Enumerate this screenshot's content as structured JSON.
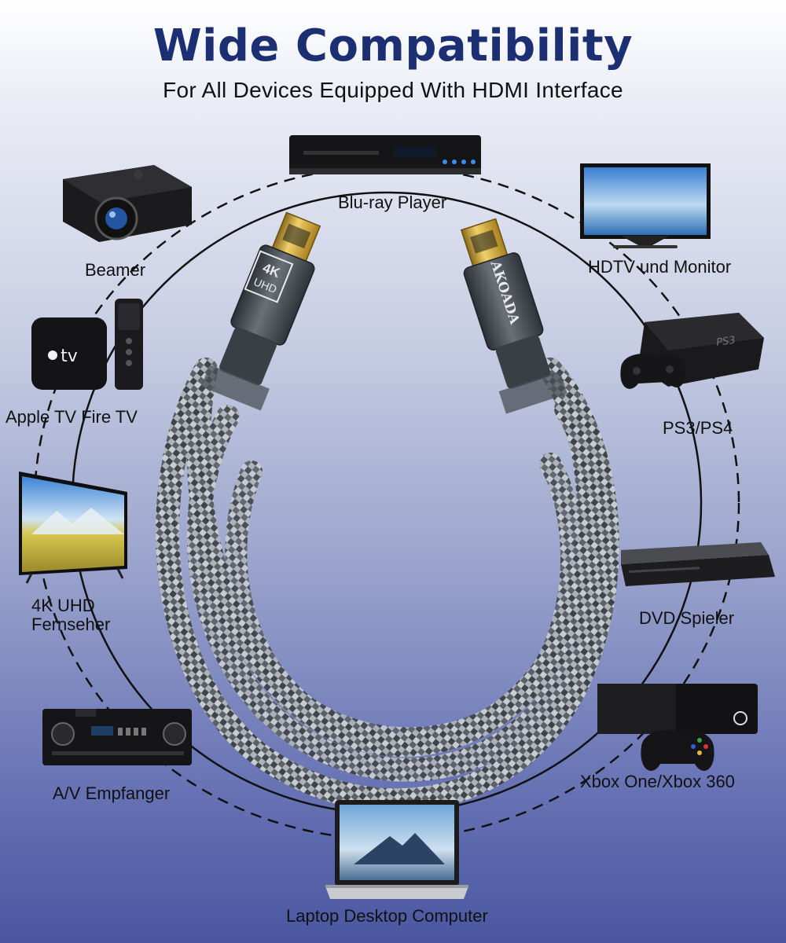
{
  "header": {
    "title": "Wide Compatibility",
    "subtitle": "For All Devices Equipped With HDMI Interface"
  },
  "cable": {
    "badge_line1": "4K",
    "badge_line2": "UHD",
    "brand": "AKOADA"
  },
  "devices": {
    "bluray": "Blu-ray Player",
    "hdtv": "HDTV und Monitor",
    "ps": "PS3/PS4",
    "dvd": "DVD Spieler",
    "xbox": "Xbox One/Xbox 360",
    "laptop": "Laptop Desktop Computer",
    "receiver": "A/V Empfanger",
    "tv_line1": "4K UHD",
    "tv_line2": "Fernseher",
    "appletv": "Apple TV Fire TV",
    "beamer": "Beamer"
  },
  "icons": {
    "appletv_logo": "tv",
    "ps_logo": "PS3"
  },
  "colors": {
    "title": "#1c2f72",
    "connector_gold": "#d9b54a",
    "connector_gray": "#4a5057",
    "braid": "#6d7278"
  }
}
